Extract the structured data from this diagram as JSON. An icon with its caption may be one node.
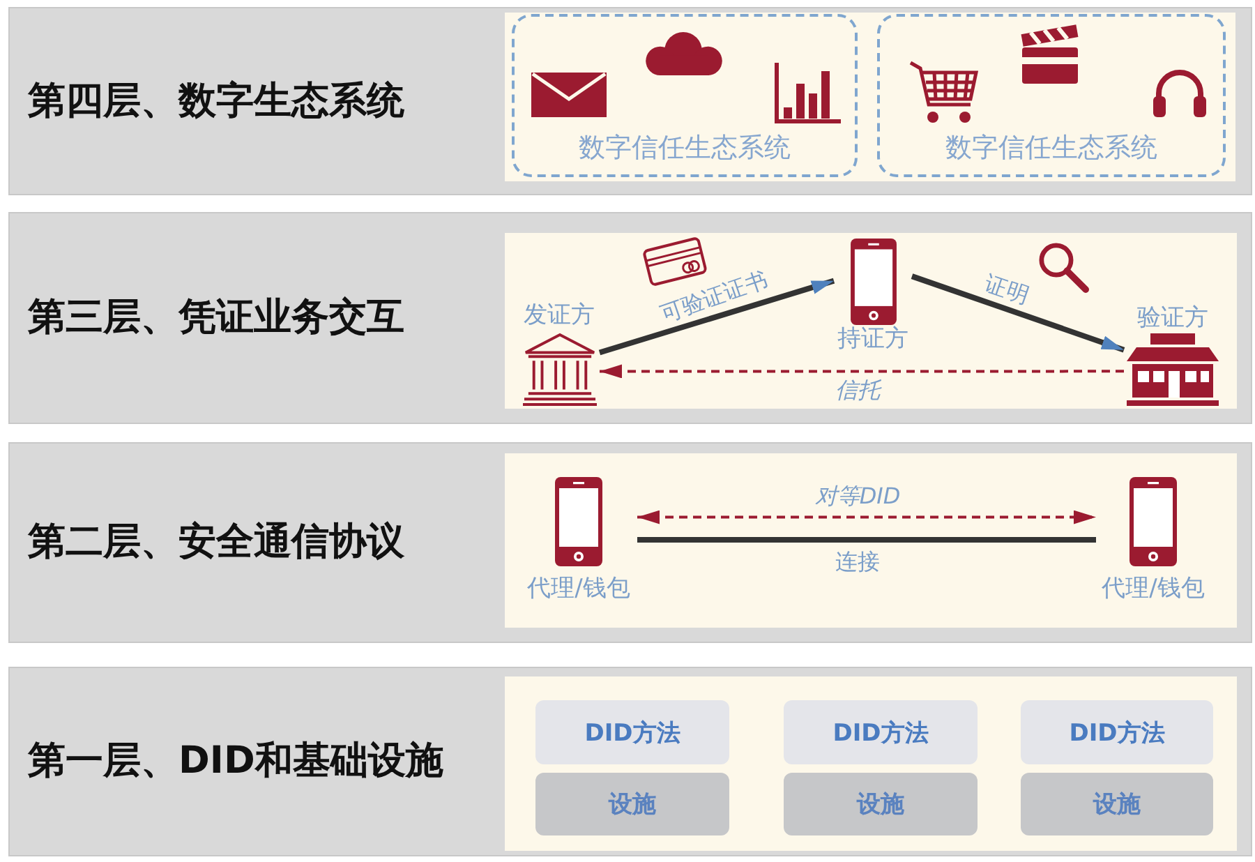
{
  "diagram": {
    "nodes": [
      {
        "text": [
          "第四层、数字生态系统"
        ]
      },
      {
        "text": [
          "数字信任生态系统"
        ],
        "in": 0
      },
      {
        "text": [
          "数字信任生态系统"
        ],
        "in": 0
      },
      {
        "text": [
          "第三层、凭证业务交互"
        ]
      },
      {
        "text": [
          "发证方"
        ],
        "in": 3
      },
      {
        "text": [
          "持证方"
        ],
        "in": 3
      },
      {
        "text": [
          "验证方"
        ],
        "in": 3
      },
      {
        "text": [
          "第二层、安全通信协议"
        ]
      },
      {
        "text": [
          "代理/钱包"
        ],
        "in": 7
      },
      {
        "text": [
          "代理/钱包"
        ],
        "in": 7
      },
      {
        "text": [
          "第一层、DID和基础设施"
        ]
      },
      {
        "text": [
          "DID方法"
        ],
        "in": 10
      },
      {
        "text": [
          "DID方法"
        ],
        "in": 10
      },
      {
        "text": [
          "DID方法"
        ],
        "in": 10
      },
      {
        "text": [
          "设施"
        ],
        "in": 10
      },
      {
        "text": [
          "设施"
        ],
        "in": 10
      },
      {
        "text": [
          "设施"
        ],
        "in": 10
      }
    ],
    "edges": [
      {
        "from": 4,
        "to": 5,
        "arrow": "to",
        "label": "可验证证书"
      },
      {
        "from": 5,
        "to": 6,
        "arrow": "to",
        "label": "证明"
      },
      {
        "from": 6,
        "to": 4,
        "arrow": "to",
        "label": "信托",
        "style": "dashed",
        "color": "#9b1b30"
      },
      {
        "from": 8,
        "to": 9,
        "arrow": "both",
        "label": "对等DID",
        "style": "dashed",
        "color": "#9b1b30"
      },
      {
        "from": 8,
        "to": 9,
        "arrow": "none",
        "label": "连接"
      }
    ]
  }
}
